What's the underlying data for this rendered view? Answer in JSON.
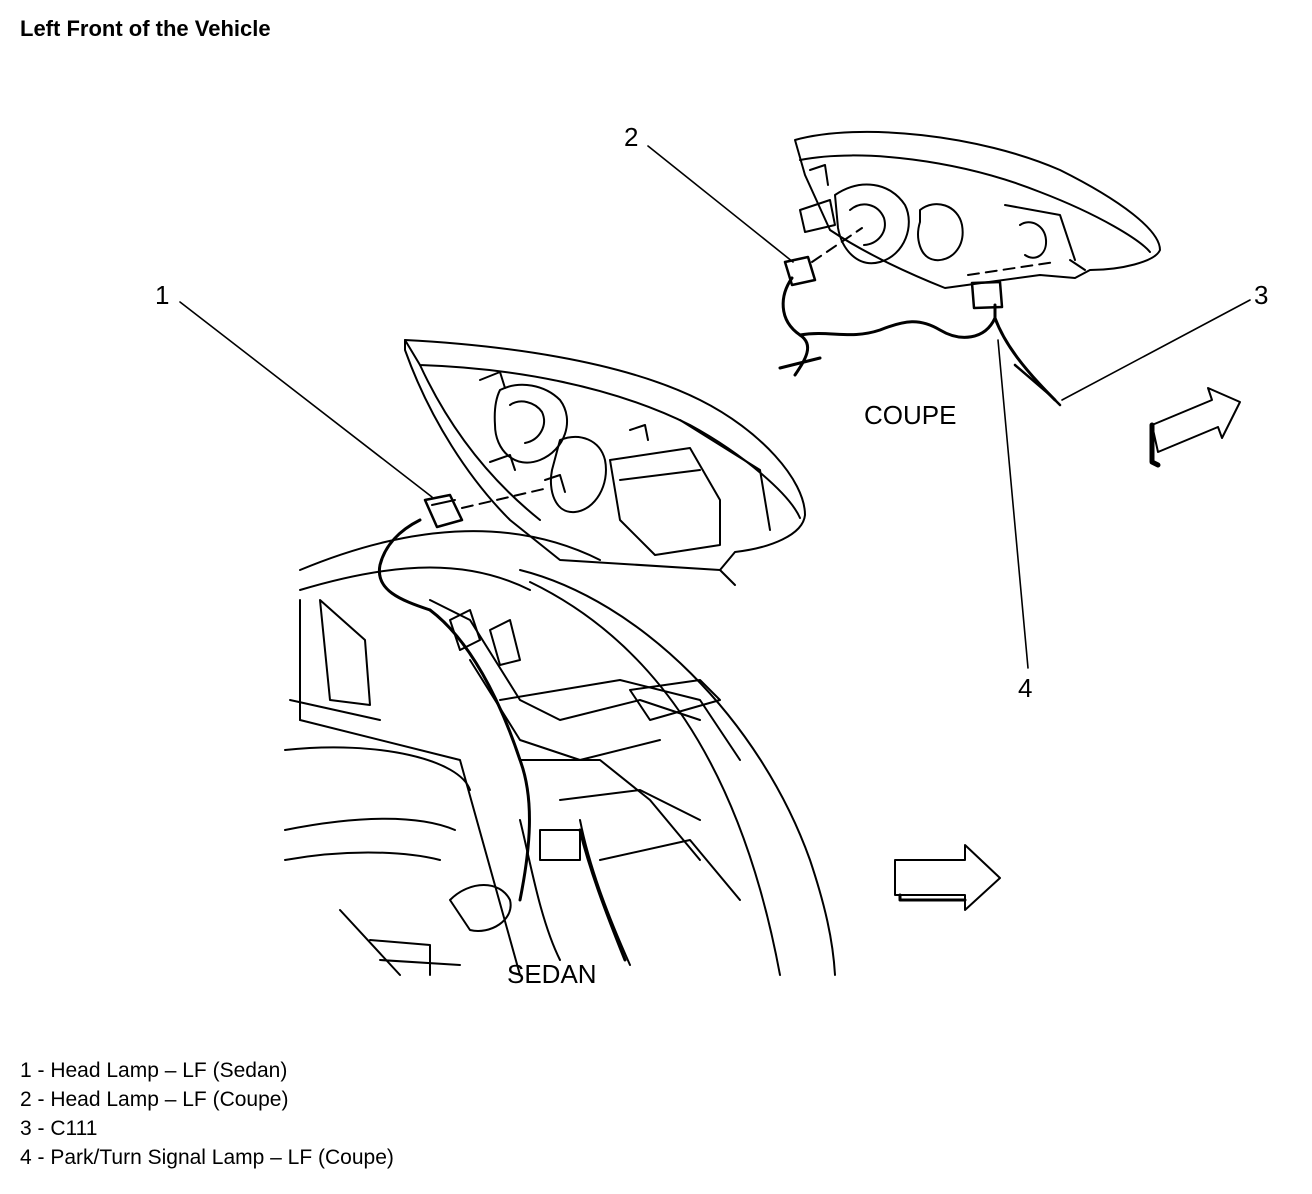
{
  "title": "Left Front of the Vehicle",
  "labels": {
    "coupe": "COUPE",
    "sedan": "SEDAN"
  },
  "callouts": [
    "1",
    "2",
    "3",
    "4"
  ],
  "legend": [
    "1 - Head Lamp – LF (Sedan)",
    "2 - Head Lamp – LF (Coupe)",
    "3 - C111",
    "4 - Park/Turn Signal Lamp – LF (Coupe)"
  ]
}
